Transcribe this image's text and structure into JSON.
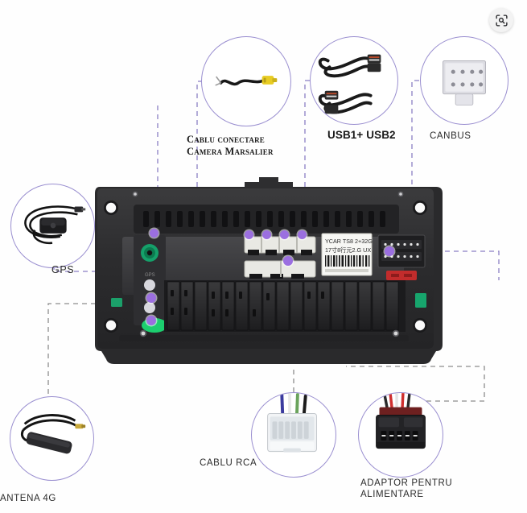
{
  "page": {
    "background_color": "#ffffff",
    "accent_color": "#9a8fd0",
    "marker_color": "#9b6fe0",
    "leader_color": "#8b7fc4",
    "leader_color_grey": "#8d8d8d"
  },
  "toolbar": {
    "lens_button": {
      "icon": "visual-search-lens-icon",
      "title": "Search inside image"
    }
  },
  "device": {
    "label_sticker": {
      "line1": "YCAR TS8 2+32G",
      "line2": "17寸8行元2.G UX",
      "barcode": "barcode"
    },
    "port_text_gps": "GPS"
  },
  "callouts": [
    {
      "id": "camera-cable",
      "label": "Cablu conectare\nCamera Marsalier",
      "label_style": "serif",
      "product": "reverse-camera-cable"
    },
    {
      "id": "usb",
      "label": "USB1+ USB2",
      "label_style": "sans-bold",
      "product": "usb-cable-pair"
    },
    {
      "id": "canbus",
      "label": "CANBUS",
      "label_style": "sans-thin",
      "product": "canbus-connector"
    },
    {
      "id": "gps",
      "label": "GPS",
      "label_style": "sans-thin",
      "product": "gps-antenna"
    },
    {
      "id": "antena-4g",
      "label": "ANTENA 4G",
      "label_style": "sans-thin",
      "product": "4g-antenna"
    },
    {
      "id": "cablu-rca",
      "label": "CABLU RCA",
      "label_style": "sans-thin",
      "product": "rca-cable-connector"
    },
    {
      "id": "adaptor-alimentare",
      "label": "ADAPTOR PENTRU\nALIMENTARE",
      "label_style": "sans-thin",
      "product": "power-adapter-harness"
    }
  ]
}
